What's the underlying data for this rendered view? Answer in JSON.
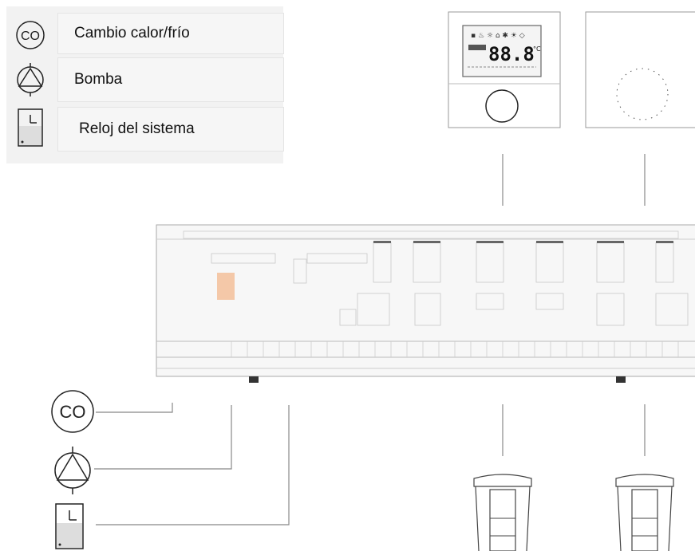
{
  "legend": {
    "items": [
      {
        "icon": "changeover-co-icon",
        "label": "Cambio calor/frío"
      },
      {
        "icon": "pump-icon",
        "label": "Bomba"
      },
      {
        "icon": "system-clock-icon",
        "label": "Reloj del sistema"
      }
    ]
  },
  "diagram": {
    "thermostat_digital_display": "88.8",
    "thermostat_unit": "°C",
    "changeover_symbol": "CO"
  },
  "colors": {
    "line": "#888888",
    "panel_fill": "#f2f2f2",
    "controller_fill": "#f7f7f7",
    "accent_orange": "#f4c8a8"
  }
}
